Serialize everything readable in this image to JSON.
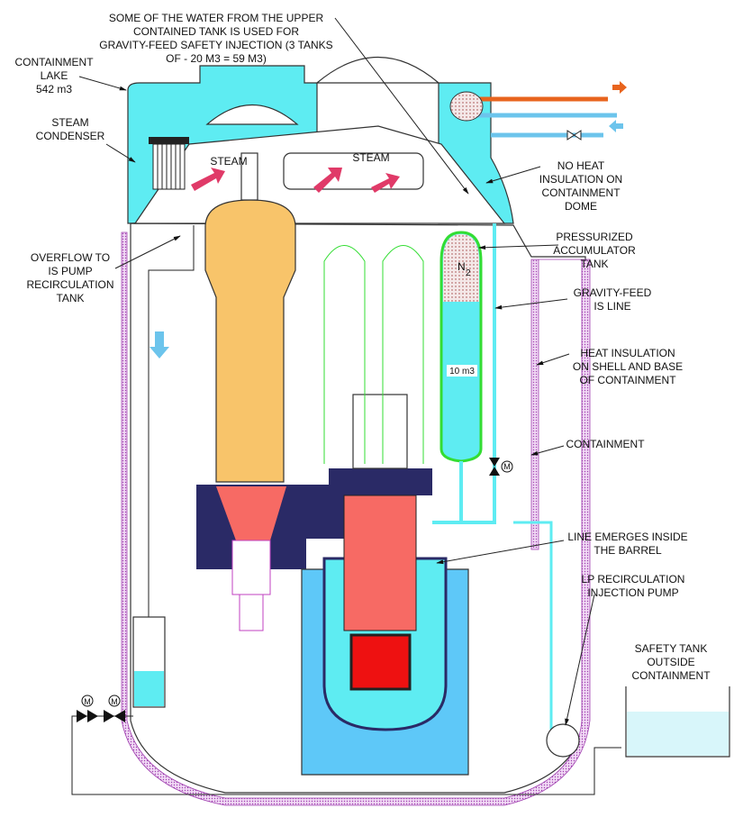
{
  "colors": {
    "water": "#5eecf2",
    "pool_water": "#5ec8f8",
    "reactor_vessel": "#f76a64",
    "core": "#ee1111",
    "steam_generator": "#f8c46a",
    "structure": "#2a2a66",
    "accumulator_outline": "#33dd33",
    "insulation": "#c87ad0",
    "hot_pipe": "#e8641e",
    "cold_pipe": "#6cc4ec"
  },
  "labels": {
    "top_note": [
      "SOME OF THE WATER FROM THE UPPER",
      "CONTAINED TANK IS USED FOR",
      "GRAVITY-FEED SAFETY INJECTION (3 TANKS",
      "OF - 20 M3 = 59 M3)"
    ],
    "containment_lake": [
      "CONTAINMENT",
      "LAKE",
      "542 m3"
    ],
    "steam_condenser": [
      "STEAM",
      "CONDENSER"
    ],
    "steam_left": "STEAM",
    "steam_right": "STEAM",
    "no_heat_insulation": [
      "NO HEAT",
      "INSULATION ON",
      "CONTAINMENT",
      "DOME"
    ],
    "overflow": [
      "OVERFLOW TO",
      "IS PUMP",
      "RECIRCULATION",
      "TANK"
    ],
    "accumulator": [
      "PRESSURIZED",
      "ACCUMULATOR",
      "TANK"
    ],
    "n2": "N",
    "n2_sub": "2",
    "accumulator_volume": "10 m3",
    "gravity_feed": [
      "GRAVITY-FEED",
      "IS LINE"
    ],
    "heat_insulation": [
      "HEAT INSULATION",
      "ON SHELL AND BASE",
      "OF CONTAINMENT"
    ],
    "containment": "CONTAINMENT",
    "line_emerges": [
      "LINE EMERGES INSIDE",
      "THE BARREL"
    ],
    "lp_pump": [
      "LP RECIRCULATION",
      "INJECTION PUMP"
    ],
    "safety_tank": [
      "SAFETY TANK",
      "OUTSIDE",
      "CONTAINMENT"
    ],
    "motor_valve": "M"
  }
}
